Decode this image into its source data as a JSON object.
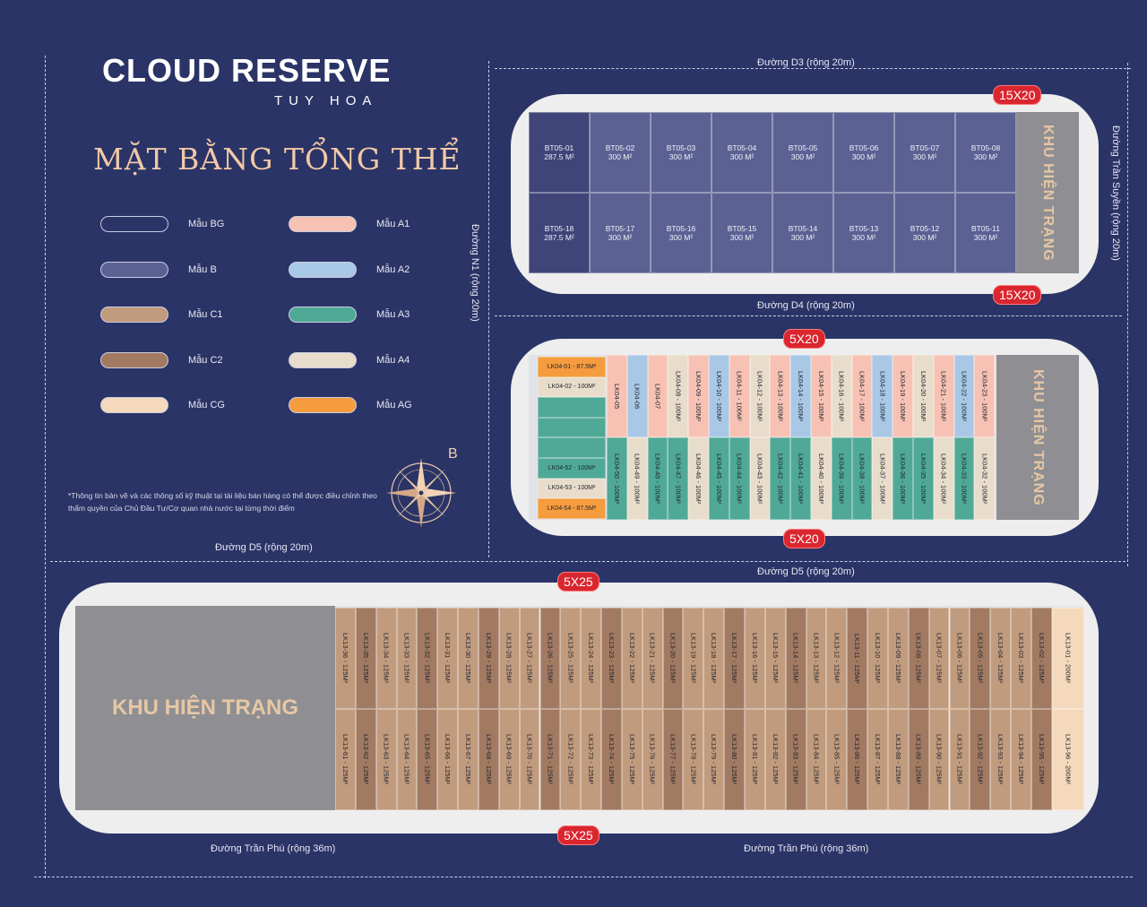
{
  "brand": {
    "name": "CLOUD RESERVE",
    "city": "TUY HOA"
  },
  "title": "MẶT BẰNG TỔNG THỂ",
  "legend": [
    {
      "label": "Mẫu BG",
      "color": "#2b3466"
    },
    {
      "label": "Mẫu A1",
      "color": "#f7c2b4"
    },
    {
      "label": "Mẫu B",
      "color": "#5b6193"
    },
    {
      "label": "Mẫu A2",
      "color": "#a8c8e6"
    },
    {
      "label": "Mẫu C1",
      "color": "#c19b7d"
    },
    {
      "label": "Mẫu A3",
      "color": "#4fa996"
    },
    {
      "label": "Mẫu C2",
      "color": "#a27a62"
    },
    {
      "label": "Mẫu A4",
      "color": "#e8dcca"
    },
    {
      "label": "Mẫu CG",
      "color": "#f5d9bd"
    },
    {
      "label": "Mẫu AG",
      "color": "#f59c3e"
    }
  ],
  "note": "*Thông tin bản vẽ và các thông số kỹ thuật tại tài liệu bán hàng có thể được điều chỉnh theo thẩm quyền của Chủ Đầu Tư/Cơ quan nhà nước tại từng thời điểm",
  "compass_letter": "B",
  "roads": {
    "d3": "Đường D3 (rộng 20m)",
    "d4": "Đường D4 (rộng 20m)",
    "d5_left": "Đường D5 (rộng 20m)",
    "d5_right": "Đường D5 (rộng 20m)",
    "n1": "Đường N1 (rộng 20m)",
    "tran_suyen": "Đường Trần Suyền (rộng 20m)",
    "tran_phu_left": "Đường Trần Phú (rộng 36m)",
    "tran_phu_right": "Đường Trần Phú (rộng 36m)"
  },
  "badges": {
    "bt_top": "15X20",
    "bt_bottom": "15X20",
    "lk04_top": "5X20",
    "lk04_bottom": "5X20",
    "lk13_top": "5X25",
    "lk13_bottom": "5X25"
  },
  "zones": {
    "bt": "KHU HIỆN TRẠNG",
    "lk04": "KHU HIỆN TRẠNG",
    "lk13": "KHU HIỆN TRẠNG"
  },
  "bt05": {
    "top": [
      "BT05-01\n287.5 M²",
      "BT05-02\n300 M²",
      "BT05-03\n300 M²",
      "BT05-04\n300 M²",
      "BT05-05\n300 M²",
      "BT05-06\n300 M²",
      "BT05-07\n300 M²",
      "BT05-08\n300 M²"
    ],
    "bottom": [
      "BT05-18\n287.5 M²",
      "BT05-17\n300 M²",
      "BT05-16\n300 M²",
      "BT05-15\n300 M²",
      "BT05-14\n300 M²",
      "BT05-13\n300 M²",
      "BT05-12\n300 M²",
      "BT05-11\n300 M²"
    ]
  },
  "lk04": {
    "left_h": [
      {
        "label": "LK04-01 - 87.5M²",
        "color": "#f59c3e"
      },
      {
        "label": "LK04-02 - 100M²",
        "color": "#e8dcca"
      },
      {
        "label": "",
        "color": "#4fa996"
      },
      {
        "label": "",
        "color": "#4fa996"
      },
      {
        "label": "",
        "color": "#4fa996"
      },
      {
        "label": "LK04-52 - 100M²",
        "color": "#4fa996"
      },
      {
        "label": "LK04-53 - 100M²",
        "color": "#e8dcca"
      },
      {
        "label": "LK04-54 - 87.5M²",
        "color": "#f59c3e"
      }
    ],
    "top": [
      {
        "label": "LK04-05",
        "color": "#f7c2b4"
      },
      {
        "label": "LK04-06",
        "color": "#a8c8e6"
      },
      {
        "label": "LK04-07",
        "color": "#f7c2b4"
      },
      {
        "label": "LK04-08 - 100M²",
        "color": "#e8dcca"
      },
      {
        "label": "LK04-09 - 100M²",
        "color": "#f7c2b4"
      },
      {
        "label": "LK04-10 - 100M²",
        "color": "#a8c8e6"
      },
      {
        "label": "LK04-11 - 100M²",
        "color": "#f7c2b4"
      },
      {
        "label": "LK04-12 - 100M²",
        "color": "#e8dcca"
      },
      {
        "label": "LK04-13 - 100M²",
        "color": "#f7c2b4"
      },
      {
        "label": "LK04-14 - 100M²",
        "color": "#a8c8e6"
      },
      {
        "label": "LK04-15 - 100M²",
        "color": "#f7c2b4"
      },
      {
        "label": "LK04-16 - 100M²",
        "color": "#e8dcca"
      },
      {
        "label": "LK04-17 - 100M²",
        "color": "#f7c2b4"
      },
      {
        "label": "LK04-18 - 100M²",
        "color": "#a8c8e6"
      },
      {
        "label": "LK04-19 - 100M²",
        "color": "#f7c2b4"
      },
      {
        "label": "LK04-20 - 100M²",
        "color": "#e8dcca"
      },
      {
        "label": "LK04-21 - 100M²",
        "color": "#f7c2b4"
      },
      {
        "label": "LK04-22 - 100M²",
        "color": "#a8c8e6"
      },
      {
        "label": "LK04-23 - 100M²",
        "color": "#f7c2b4"
      }
    ],
    "bottom": [
      {
        "label": "LK04-50 - 100M²",
        "color": "#4fa996"
      },
      {
        "label": "LK04-49 - 100M²",
        "color": "#e8dcca"
      },
      {
        "label": "LK04-48 - 100M²",
        "color": "#4fa996"
      },
      {
        "label": "LK04-47 - 100M²",
        "color": "#4fa996"
      },
      {
        "label": "LK04-46 - 100M²",
        "color": "#e8dcca"
      },
      {
        "label": "LK04-45 - 100M²",
        "color": "#4fa996"
      },
      {
        "label": "LK04-44 - 100M²",
        "color": "#4fa996"
      },
      {
        "label": "LK04-43 - 100M²",
        "color": "#e8dcca"
      },
      {
        "label": "LK04-42 - 100M²",
        "color": "#4fa996"
      },
      {
        "label": "LK04-41 - 100M²",
        "color": "#4fa996"
      },
      {
        "label": "LK04-40 - 100M²",
        "color": "#e8dcca"
      },
      {
        "label": "LK04-39 - 100M²",
        "color": "#4fa996"
      },
      {
        "label": "LK04-38 - 100M²",
        "color": "#4fa996"
      },
      {
        "label": "LK04-37 - 100M²",
        "color": "#e8dcca"
      },
      {
        "label": "LK04-36 - 100M²",
        "color": "#4fa996"
      },
      {
        "label": "LK04-35 - 100M²",
        "color": "#4fa996"
      },
      {
        "label": "LK04-34 - 100M²",
        "color": "#e8dcca"
      },
      {
        "label": "LK04-33 - 100M²",
        "color": "#4fa996"
      },
      {
        "label": "LK04-32 - 100M²",
        "color": "#e8dcca"
      }
    ]
  },
  "lk13": {
    "top": [
      "LK13-36 - 125M²",
      "LK13-35 - 125M²",
      "LK13-34 - 125M²",
      "LK13-33 - 125M²",
      "LK13-32 - 125M²",
      "LK13-31 - 125M²",
      "LK13-30 - 125M²",
      "LK13-29 - 125M²",
      "LK13-28 - 125M²",
      "LK13-27 - 125M²",
      "LK13-26 - 125M²",
      "LK13-25 - 125M²",
      "LK13-24 - 125M²",
      "LK13-23 - 125M²",
      "LK13-22 - 125M²",
      "LK13-21 - 125M²",
      "LK13-20 - 125M²",
      "LK13-19 - 125M²",
      "LK13-18 - 125M²",
      "LK13-17 - 125M²",
      "LK13-16 - 125M²",
      "LK13-15 - 125M²",
      "LK13-14 - 125M²",
      "LK13-13 - 125M²",
      "LK13-12 - 125M²",
      "LK13-11 - 125M²",
      "LK13-10 - 125M²",
      "LK13-09 - 125M²",
      "LK13-08 - 125M²",
      "LK13-07 - 125M²",
      "LK13-06 - 125M²",
      "LK13-05 - 125M²",
      "LK13-04 - 125M²",
      "LK13-03 - 125M²",
      "LK13-02 - 125M²",
      "LK13-01 - 200M²"
    ],
    "bottom": [
      "LK13-61 - 125M²",
      "LK13-62 - 125M²",
      "LK13-63 - 125M²",
      "LK13-64 - 125M²",
      "LK13-65 - 125M²",
      "LK13-66 - 125M²",
      "LK13-67 - 125M²",
      "LK13-68 - 125M²",
      "LK13-69 - 125M²",
      "LK13-70 - 125M²",
      "LK13-71 - 125M²",
      "LK13-72 - 125M²",
      "LK13-73 - 125M²",
      "LK13-74 - 125M²",
      "LK13-75 - 125M²",
      "LK13-76 - 125M²",
      "LK13-77 - 125M²",
      "LK13-78 - 125M²",
      "LK13-79 - 125M²",
      "LK13-80 - 125M²",
      "LK13-81 - 125M²",
      "LK13-82 - 125M²",
      "LK13-83 - 125M²",
      "LK13-84 - 125M²",
      "LK13-85 - 125M²",
      "LK13-86 - 125M²",
      "LK13-87 - 125M²",
      "LK13-88 - 125M²",
      "LK13-89 - 125M²",
      "LK13-90 - 125M²",
      "LK13-91 - 125M²",
      "LK13-92 - 125M²",
      "LK13-93 - 125M²",
      "LK13-94 - 125M²",
      "LK13-95 - 125M²",
      "LK13-96 - 200M²"
    ],
    "colors": [
      "#c19b7d",
      "#a27a62",
      "#c19b7d",
      "#c19b7d",
      "#a27a62",
      "#c19b7d",
      "#c19b7d",
      "#a27a62",
      "#c19b7d",
      "#c19b7d",
      "#a27a62",
      "#c19b7d",
      "#c19b7d",
      "#a27a62",
      "#c19b7d",
      "#c19b7d",
      "#a27a62",
      "#c19b7d",
      "#c19b7d",
      "#a27a62",
      "#c19b7d",
      "#c19b7d",
      "#a27a62",
      "#c19b7d",
      "#c19b7d",
      "#a27a62",
      "#c19b7d",
      "#c19b7d",
      "#a27a62",
      "#c19b7d",
      "#c19b7d",
      "#a27a62",
      "#c19b7d",
      "#c19b7d",
      "#a27a62",
      "#f5d9bd"
    ]
  }
}
